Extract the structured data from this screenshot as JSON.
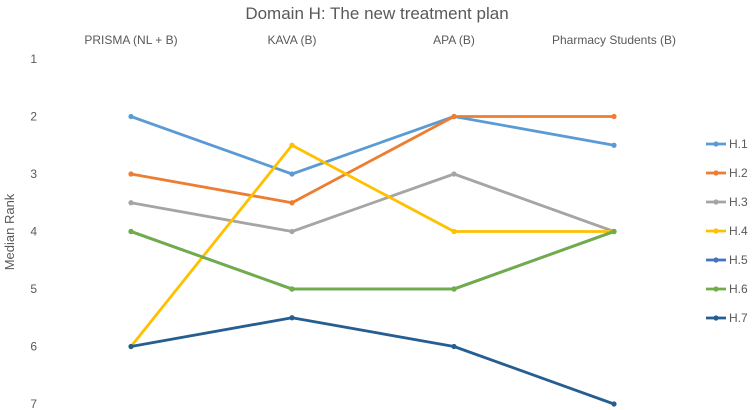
{
  "chart_data": {
    "type": "line",
    "title": "Domain H: The new treatment plan",
    "xlabel": "",
    "ylabel": "Median Rank",
    "categories": [
      "PRISMA (NL + B)",
      "KAVA (B)",
      "APA (B)",
      "Pharmacy Students (B)"
    ],
    "yticks": [
      1,
      2,
      3,
      4,
      5,
      6,
      7
    ],
    "ylim": [
      1,
      7
    ],
    "y_reversed": true,
    "grid": false,
    "legend": "right",
    "series": [
      {
        "name": "H.1",
        "values": [
          2,
          3,
          2,
          2.5
        ],
        "color": "#5B9BD5"
      },
      {
        "name": "H.2",
        "values": [
          3,
          3.5,
          2,
          2
        ],
        "color": "#ED7D31"
      },
      {
        "name": "H.3",
        "values": [
          3.5,
          4,
          3,
          4
        ],
        "color": "#A5A5A5"
      },
      {
        "name": "H.4",
        "values": [
          6,
          2.5,
          4,
          4
        ],
        "color": "#FFC000"
      },
      {
        "name": "H.5",
        "values": [
          4,
          5,
          5,
          4
        ],
        "color": "#4472C4"
      },
      {
        "name": "H.6",
        "values": [
          4,
          5,
          5,
          4
        ],
        "color": "#70AD47"
      },
      {
        "name": "H.7",
        "values": [
          6,
          5.5,
          6,
          7
        ],
        "color": "#255E91"
      }
    ]
  }
}
